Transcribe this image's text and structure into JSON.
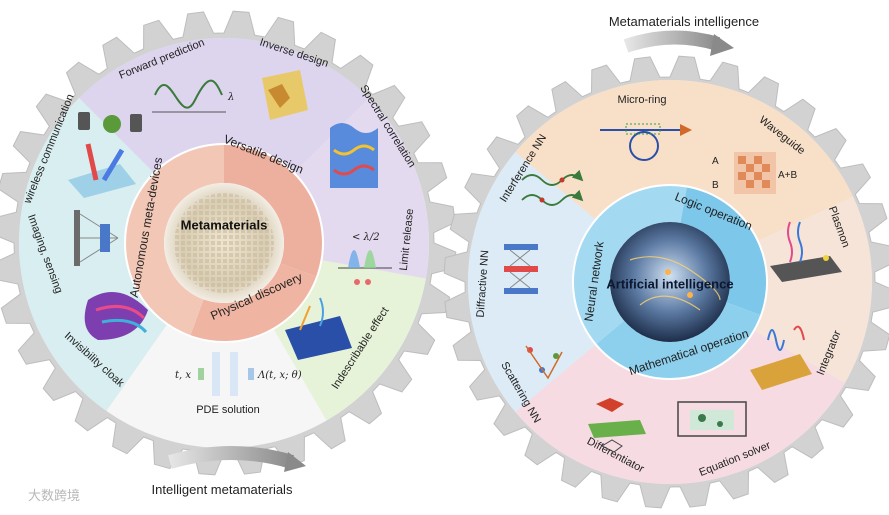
{
  "left": {
    "center": "Metamaterials",
    "inner_ring": [
      "Versatile design",
      "Physical discovery",
      "Autonomous meta-devices"
    ],
    "sectors": [
      "Forward prediction",
      "Inverse design",
      "Spectral correlation",
      "Limit release",
      "Indescribable effect",
      "PDE solution",
      "Invisibility cloak",
      "Imaging, sensing",
      "wireless communication"
    ],
    "caption": "Intelligent metamaterials",
    "inline": {
      "lambda": "λ",
      "lambda_half": "< λ/2",
      "pde_in": "t, x",
      "pde_out": "Λ(t, x; θ)"
    }
  },
  "right": {
    "center": "Artificial intelligence",
    "inner_ring": [
      "Logic operation",
      "Mathematical operation",
      "Neural network"
    ],
    "sectors": [
      "Micro-ring",
      "Waveguide",
      "Plasmon",
      "Integrator",
      "Equation solver",
      "Differentiator",
      "Scattering NN",
      "Diffractive NN",
      "Interference NN"
    ],
    "caption": "Metamaterials intelligence",
    "inline": {
      "a": "A",
      "b": "B",
      "ab": "A+B"
    }
  },
  "watermark": "大数跨境"
}
